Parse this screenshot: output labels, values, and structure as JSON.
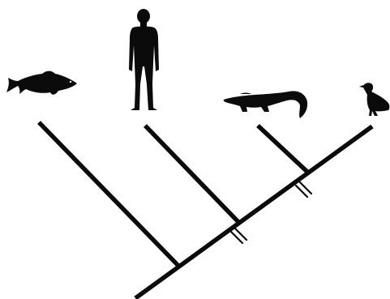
{
  "cladogram": {
    "taxa": [
      {
        "key": "fish",
        "icon": "fish-icon"
      },
      {
        "key": "human",
        "icon": "human-icon"
      },
      {
        "key": "crocodile",
        "icon": "crocodile-icon"
      },
      {
        "key": "bird",
        "icon": "bird-icon"
      }
    ],
    "colors": {
      "ink": "#0b0b0b",
      "background": "#ffffff"
    }
  }
}
